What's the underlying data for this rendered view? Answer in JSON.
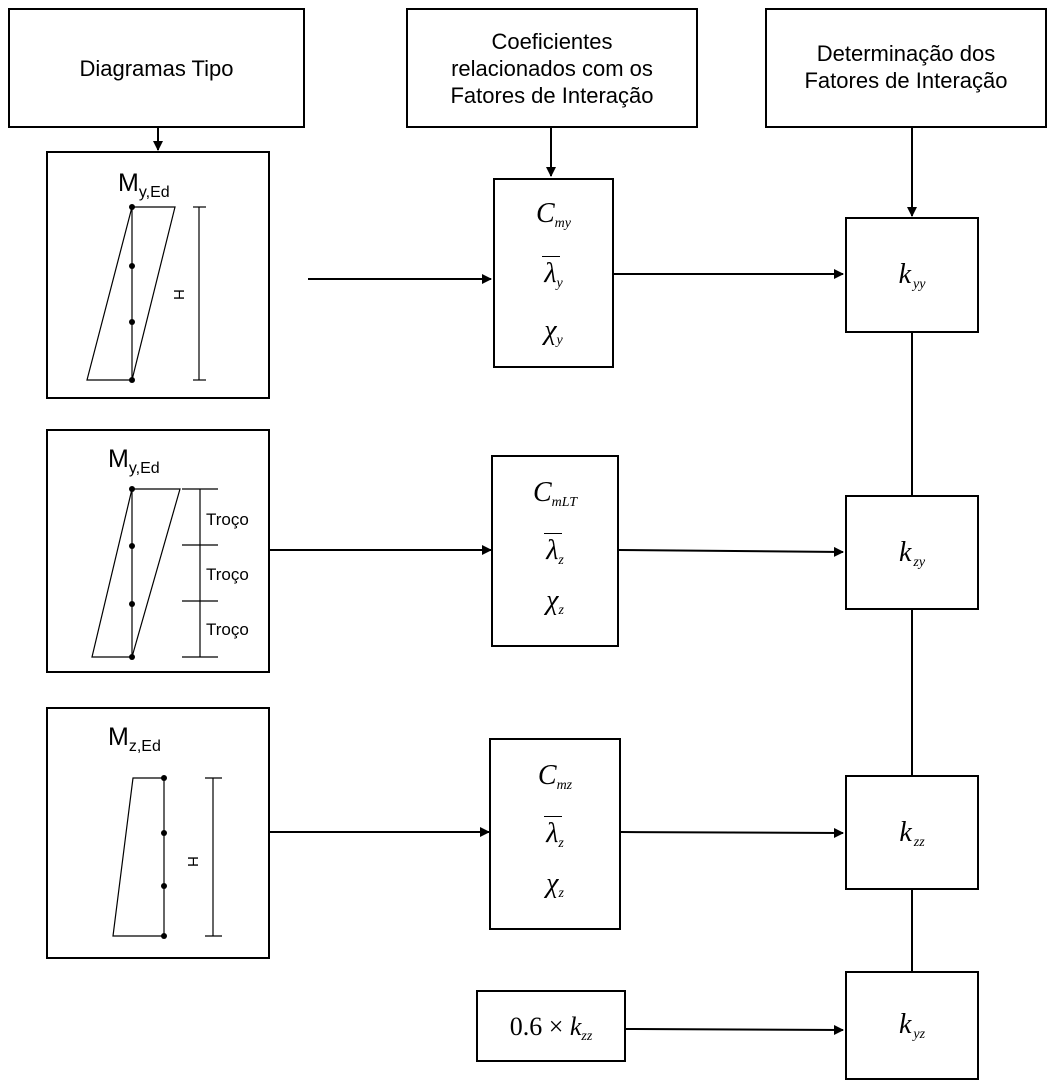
{
  "headers": {
    "diagrams": "Diagramas Tipo",
    "coefficients": [
      "Coeficientes",
      "relacionados com os",
      "Fatores de Interação"
    ],
    "factors": [
      "Determinação dos",
      "Fatores de Interação"
    ]
  },
  "diagrams": {
    "d1": {
      "moment_main": "M",
      "moment_sub": "y,Ed",
      "height_mark": "H"
    },
    "d2": {
      "moment_main": "M",
      "moment_sub": "y,Ed",
      "segments": [
        "Troço",
        "Troço",
        "Troço"
      ]
    },
    "d3": {
      "moment_main": "M",
      "moment_sub": "z,Ed",
      "height_mark": "H"
    }
  },
  "coefficient_groups": [
    {
      "c_main": "C",
      "c_sub": "my",
      "lambda_main": "λ",
      "lambda_sub": "y",
      "chi_main": "χ",
      "chi_sub": "y"
    },
    {
      "c_main": "C",
      "c_sub": "mLT",
      "lambda_main": "λ",
      "lambda_sub": "z",
      "chi_main": "χ",
      "chi_sub": "z"
    },
    {
      "c_main": "C",
      "c_sub": "mz",
      "lambda_main": "λ",
      "lambda_sub": "z",
      "chi_main": "χ",
      "chi_sub": "z"
    }
  ],
  "factors": [
    {
      "main": "k",
      "sub": "yy"
    },
    {
      "main": "k",
      "sub": "zy"
    },
    {
      "main": "k",
      "sub": "zz"
    },
    {
      "main": "k",
      "sub": "yz"
    }
  ],
  "formula": {
    "text": "0.6 × ",
    "k_main": "k",
    "k_sub": "zz"
  },
  "colors": {
    "stroke": "#000000",
    "background": "#ffffff"
  }
}
